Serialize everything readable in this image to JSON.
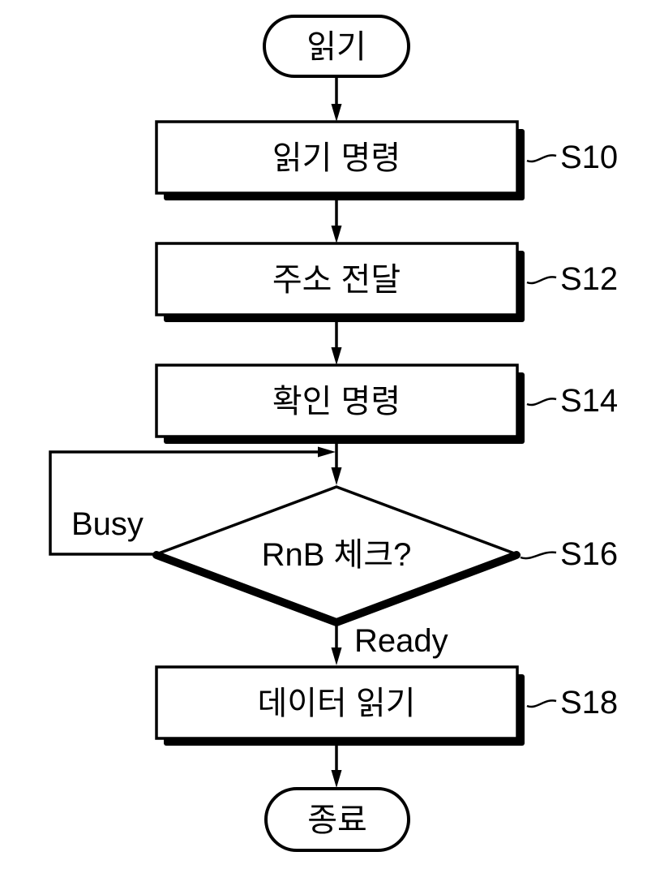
{
  "flowchart": {
    "start_label": "읽기",
    "end_label": "종료",
    "boxes": [
      {
        "label": "읽기 명령",
        "tag": "S10"
      },
      {
        "label": "주소 전달",
        "tag": "S12"
      },
      {
        "label": "확인 명령",
        "tag": "S14"
      },
      {
        "label": "데이터 읽기",
        "tag": "S18"
      }
    ],
    "decision": {
      "label": "RnB 체크?",
      "tag": "S16",
      "busy_branch": "Busy",
      "ready_branch": "Ready"
    }
  },
  "colors": {
    "ink": "#000000",
    "paper": "#ffffff"
  }
}
